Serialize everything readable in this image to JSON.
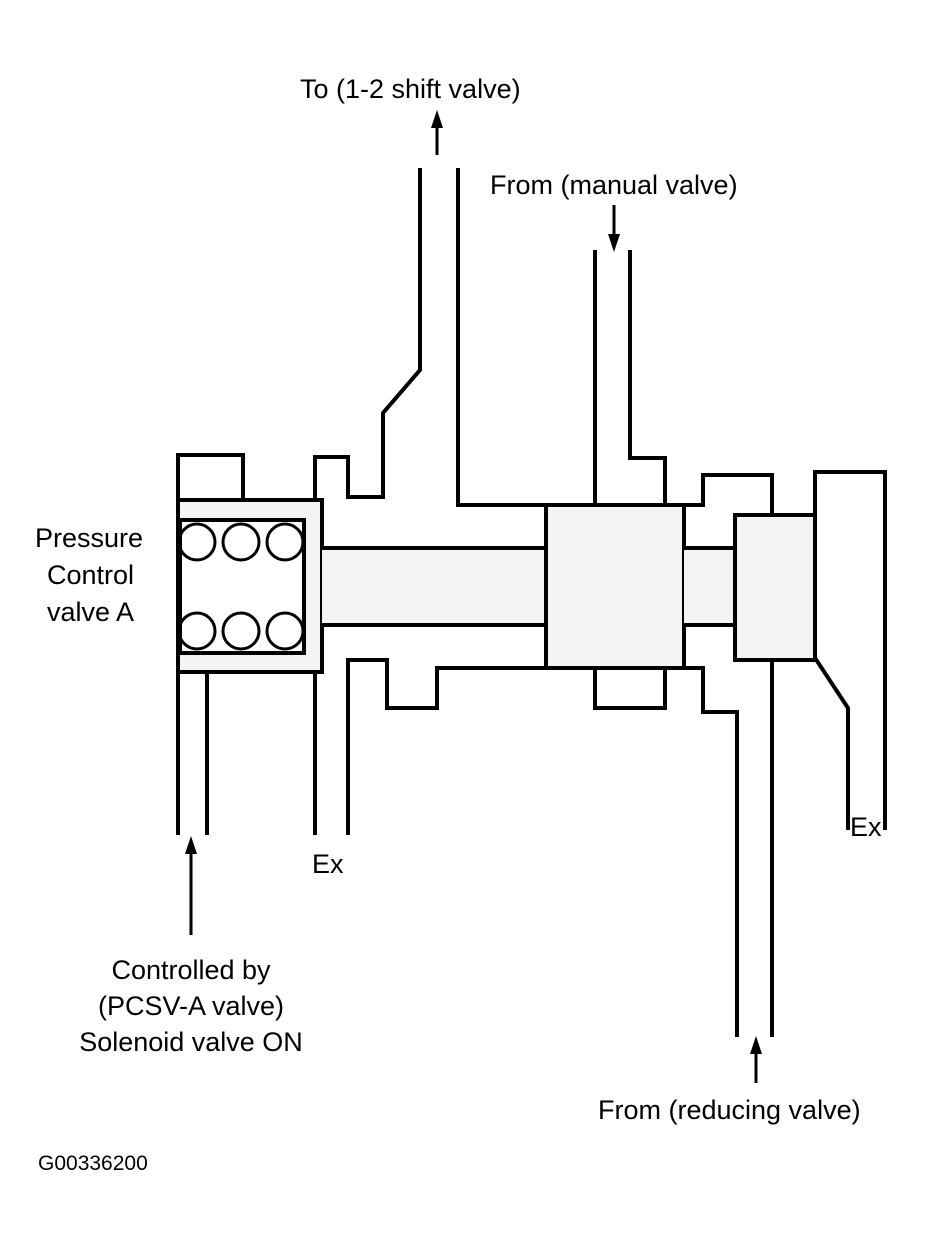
{
  "labels": {
    "to_shift_valve": "To (1-2 shift valve)",
    "from_manual_valve": "From (manual valve)",
    "pressure_control_line1": "Pressure",
    "pressure_control_line2": "Control",
    "pressure_control_line3": "valve A",
    "ex_left": "Ex",
    "ex_right": "Ex",
    "controlled_by_line1": "Controlled by",
    "controlled_by_line2": "(PCSV-A valve)",
    "controlled_by_line3": "Solenoid valve ON",
    "from_reducing_valve": "From (reducing valve)",
    "figure_code": "G00336200"
  },
  "colors": {
    "line": "#000000",
    "background": "#ffffff",
    "spool_fill": "#f4f4f4"
  }
}
